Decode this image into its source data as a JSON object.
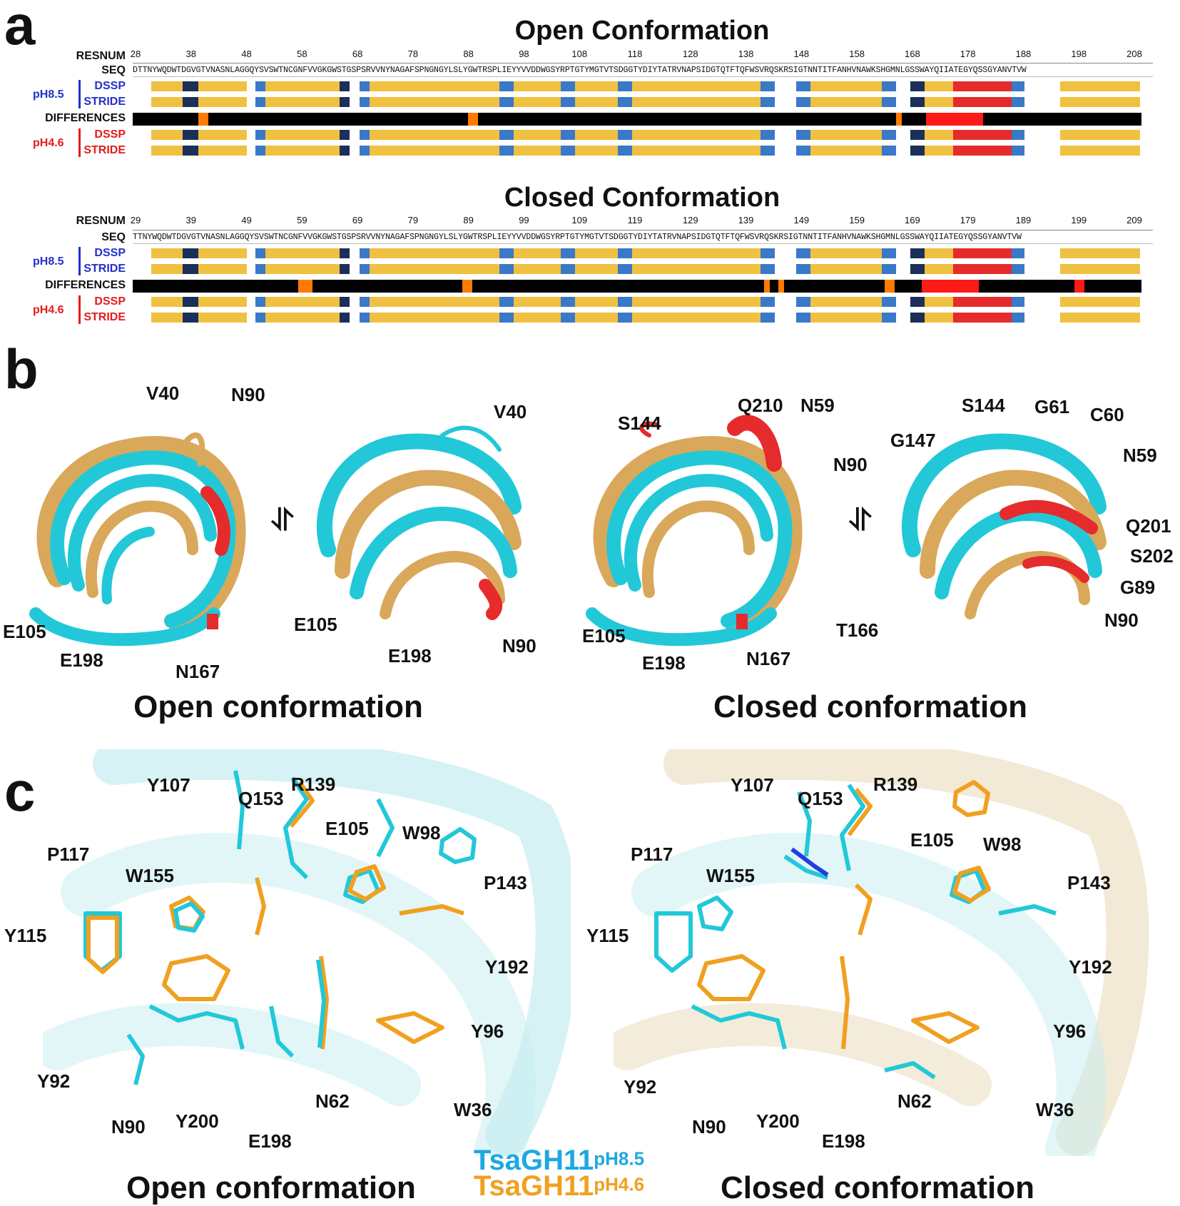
{
  "colors": {
    "strand": "#f0c040",
    "turn": "#3a78c8",
    "bend": "#1a2f5a",
    "helix": "#e52b2b",
    "diff_bg": "#000000",
    "diff_minor": "#ff7a00",
    "diff_major": "#ff1a1a",
    "pH85": "#1ea8e0",
    "pH46": "#f0a020",
    "cyan": "#22c8d8",
    "wheat": "#d9a85a"
  },
  "panels": {
    "a": "a",
    "b": "b",
    "c": "c"
  },
  "panel_a": {
    "open": {
      "title": "Open Conformation",
      "resnum_label": "RESNUM",
      "seq_label": "SEQ",
      "ticks": [
        "28",
        "38",
        "48",
        "58",
        "68",
        "78",
        "88",
        "98",
        "108",
        "118",
        "128",
        "138",
        "148",
        "158",
        "168",
        "178",
        "188",
        "198",
        "208"
      ],
      "sequence": "DTTNYWQDWTDGVGTVNASNLAGGQYSVSWTNCGNFVVGKGWSTGSPSRVVNYNAGAFSPNGNGYLSLYGWTRSPLIEYYVVDDWGSYRPTGTYMGTVTSDGGTYDIYTATRVNAPSIDGTQTFTQFWSVRQSKRSIGTNNTITFANHVNAWKSHGMNLGSSWAYQIIATEGYQSSGYANVTVW"
    },
    "closed": {
      "title": "Closed Conformation",
      "resnum_label": "RESNUM",
      "seq_label": "SEQ",
      "ticks": [
        "29",
        "39",
        "49",
        "59",
        "69",
        "79",
        "89",
        "99",
        "109",
        "119",
        "129",
        "139",
        "149",
        "159",
        "169",
        "179",
        "189",
        "199",
        "209"
      ],
      "sequence": "TTNYWQDWTDGVGTVNASNLAGGQYSVSWTNCGNFVVGKGWSTGSPSRVVNYNAGAFSPNGNGYLSLYGWTRSPLIEYYVVDDWGSYRPTGTYMGTVTSDGGTYDIYTATRVNAPSIDGTQTFTQFWSVRQSKRSIGTNNTITFANHVNAWKSHGMNLGSSWAYQIIATEGYQSSGYANVTVW"
    },
    "ph85": "pH8.5",
    "ph46": "pH4.6",
    "dssp": "DSSP",
    "stride": "STRIDE",
    "differences": "DIFFERENCES"
  },
  "panel_b": {
    "open_caption": "Open conformation",
    "closed_caption": "Closed conformation",
    "open_labels": [
      "V40",
      "N90",
      "E105",
      "E198",
      "N167",
      "V40",
      "E105",
      "E198",
      "N90"
    ],
    "closed_labels": [
      "S144",
      "Q210",
      "N59",
      "N90",
      "E105",
      "E198",
      "N167",
      "T166",
      "G147",
      "S144",
      "G61",
      "C60",
      "N59",
      "Q201",
      "S202",
      "G89",
      "N90"
    ]
  },
  "panel_c": {
    "open_caption": "Open conformation",
    "closed_caption": "Closed conformation",
    "labels": [
      "Y107",
      "Q153",
      "R139",
      "P117",
      "E105",
      "W98",
      "W155",
      "P143",
      "Y115",
      "Y192",
      "Y96",
      "Y92",
      "N62",
      "W36",
      "N90",
      "Y200",
      "E198"
    ],
    "legend_pH85_name": "TsaGH11",
    "legend_pH85_sup": "pH8.5",
    "legend_pH46_name": "TsaGH11",
    "legend_pH46_sup": "pH4.6"
  }
}
